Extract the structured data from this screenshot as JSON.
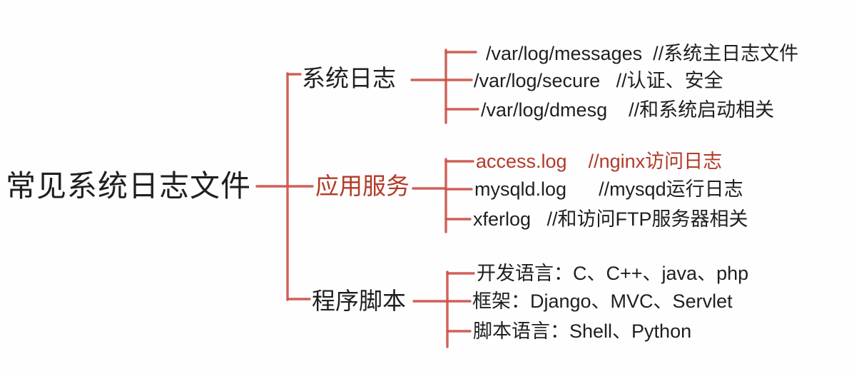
{
  "colors": {
    "line": "#cc544a",
    "red": "#b13a28",
    "ink": "#1f1f1f",
    "bg": "#fefefe"
  },
  "root": {
    "title": "常见系统日志文件"
  },
  "branches": [
    {
      "label": "系统日志",
      "color": "black",
      "leaves": [
        {
          "text": "/var/log/messages  //系统主日志文件",
          "color": "black"
        },
        {
          "text": "/var/log/secure   //认证、安全",
          "color": "black"
        },
        {
          "text": "/var/log/dmesg    //和系统启动相关",
          "color": "black"
        }
      ]
    },
    {
      "label": "应用服务",
      "color": "red",
      "leaves": [
        {
          "text": "access.log    //nginx访问日志",
          "color": "red"
        },
        {
          "text": "mysqld.log      //mysqd运行日志",
          "color": "black"
        },
        {
          "text": "xferlog   //和访问FTP服务器相关",
          "color": "black"
        }
      ]
    },
    {
      "label": "程序脚本",
      "color": "black",
      "leaves": [
        {
          "text": "开发语言：C、C++、java、php",
          "color": "black"
        },
        {
          "text": "框架：Django、MVC、Servlet",
          "color": "black"
        },
        {
          "text": "脚本语言：Shell、Python",
          "color": "black"
        }
      ]
    }
  ]
}
